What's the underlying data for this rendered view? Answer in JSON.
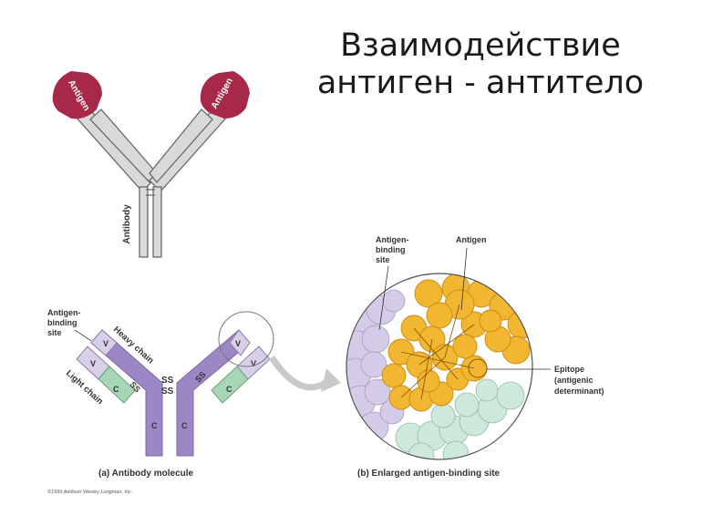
{
  "title": {
    "line1": "Взаимодействие",
    "line2": "антиген - антитело"
  },
  "top_diagram": {
    "antigen_left": "Antigen",
    "antigen_right": "Antigen",
    "antibody": "Antibody"
  },
  "panel_a": {
    "antigen_binding_site": [
      "Antigen-",
      "binding",
      "site"
    ],
    "heavy_chain": "Heavy chain",
    "light_chain": "Light chain",
    "v": "V",
    "c": "C",
    "ss": "SS",
    "caption": "(a) Antibody molecule",
    "copyright": "©1999 Addison Wesley Longman, Inc."
  },
  "panel_b": {
    "antigen_binding_site": [
      "Antigen-",
      "binding",
      "site"
    ],
    "antigen": "Antigen",
    "epitope": [
      "Epitope",
      "(antigenic",
      "determinant)"
    ],
    "caption": "(b) Enlarged antigen-binding site"
  },
  "colors": {
    "antigen_cap": "#a8284a",
    "antibody_arm": "#d8d8d8",
    "heavy_chain": "#9d86c4",
    "light_chain_v": "#d8cfe8",
    "light_chain_c": "#a7d6b4",
    "antigen_atoms": "#f2b630",
    "binding_lavender": "#d4cbe6",
    "binding_green": "#cfe8dc"
  }
}
